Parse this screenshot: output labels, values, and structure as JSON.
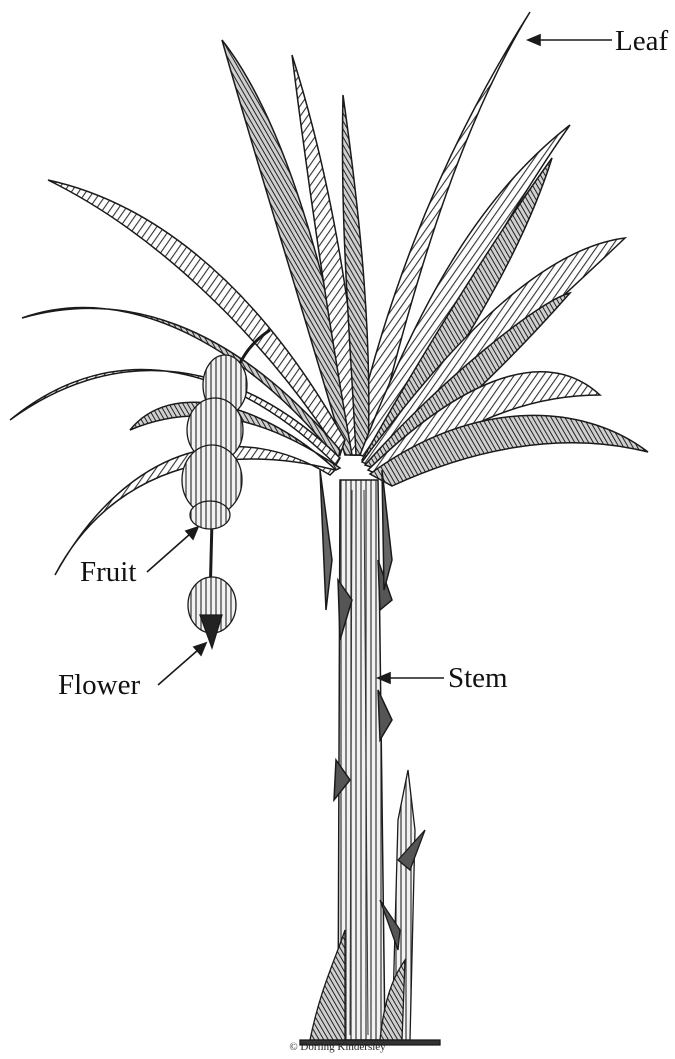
{
  "diagram": {
    "labels": {
      "leaf": "Leaf",
      "fruit": "Fruit",
      "flower": "Flower",
      "stem": "Stem"
    },
    "copyright": "© Dorling Kindersley"
  },
  "colors": {
    "ink": "#1a1a1a",
    "shade": "#555555",
    "paper": "#ffffff"
  }
}
